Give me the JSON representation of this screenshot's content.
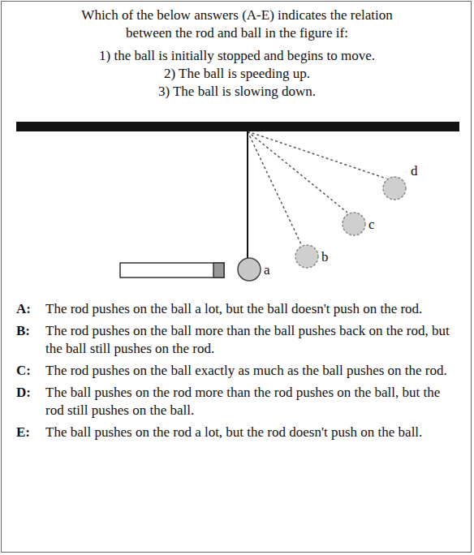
{
  "diagram": {
    "title": "Which of the below answers (A-E) indicates the relation between the rod and ball in the figure if:",
    "labels": [
      "1) the ball is initially stopped and begins to move.",
      "2) The ball is speeding up.",
      "3) The ball is slowing down.",
      "a",
      "b",
      "c",
      "d",
      "A:",
      "The rod pushes on the ball a lot, but the ball doesn't push on the rod.",
      "B:",
      "The rod pushes on the ball more than the ball pushes back on the rod, but the ball still pushes on the rod.",
      "C:",
      "The rod pushes on the ball exactly as much as the ball pushes on the rod.",
      "D:",
      "The ball pushes on the rod more than the rod pushes on the ball, but the rod still pushes on the ball.",
      "E:",
      "The ball pushes on the rod a lot, but the rod doesn't push on the ball."
    ]
  }
}
